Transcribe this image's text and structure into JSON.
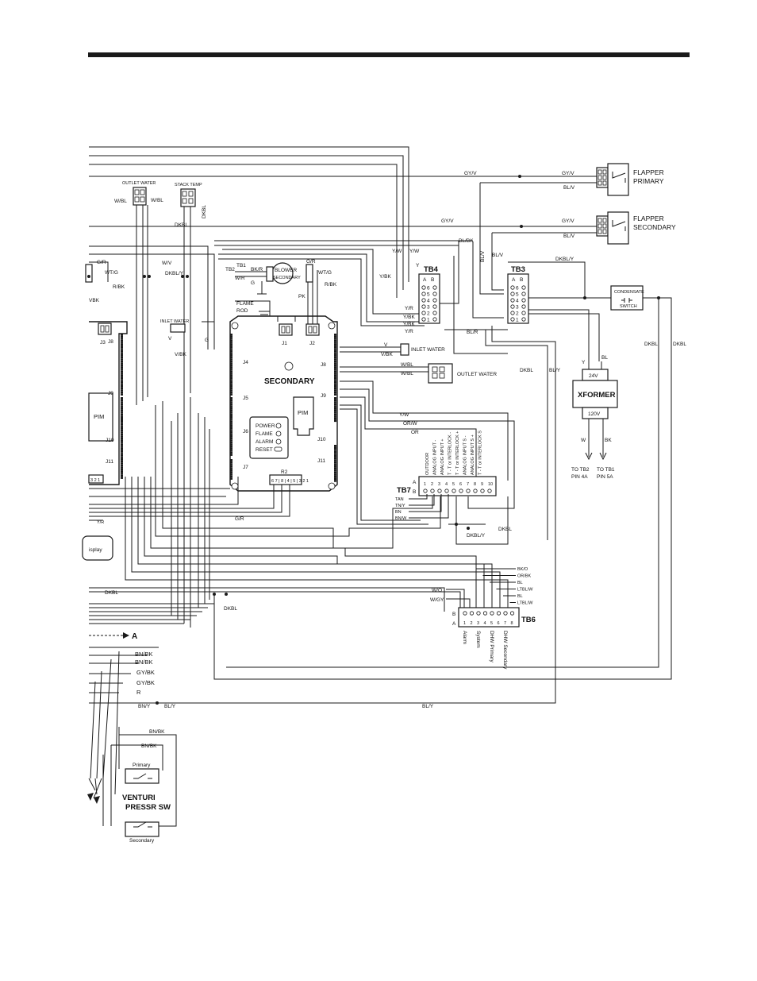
{
  "colors": {
    "ink": "#1a1a1a",
    "paper": "#ffffff"
  },
  "components": {
    "flapper_primary": [
      "FLAPPER",
      "PRIMARY"
    ],
    "flapper_secondary": [
      "FLAPPER",
      "SECONDARY"
    ],
    "tb4": "TB4",
    "tb3": "TB3",
    "tb7": "TB7",
    "tb6": "TB6",
    "xformer": "XFORMER",
    "xformer_24v": "24V",
    "xformer_120v": "120V",
    "condensate": "CONDENSATE",
    "switch": "SWITCH",
    "outlet_water": "OUTLET WATER",
    "stack_temp": "STACK TEMP",
    "inlet_water": "INLET WATER",
    "blower": [
      "BLOWER",
      "SECONDARY"
    ],
    "flame_rod": [
      "FLAME",
      "ROD"
    ],
    "secondary": "SECONDARY",
    "pim": "PIM",
    "venturi": [
      "VENTURI",
      "PRESSR SW"
    ],
    "primary_sw": "Primary",
    "secondary_sw": "Secondary",
    "display": "isplay",
    "to_tb2": [
      "TO TB2",
      "PIN 4A"
    ],
    "to_tb1": [
      "TO TB1",
      "PIN 5A"
    ],
    "marker_a": "A",
    "tb1": "TB1",
    "tb2": "TB2"
  },
  "connectors": [
    "J1",
    "J2",
    "J3",
    "J4",
    "J5",
    "J6",
    "J7",
    "J8",
    "J9",
    "J10",
    "J11",
    "R2"
  ],
  "leds": [
    "POWER",
    "FLAME",
    "ALARM",
    "RESET"
  ],
  "terminal_row_labels": [
    "A",
    "B"
  ],
  "tb4_pins": [
    "6",
    "5",
    "4",
    "3",
    "2",
    "1"
  ],
  "tb3_pins": [
    "6",
    "5",
    "4",
    "3",
    "2",
    "1"
  ],
  "tb7_pins": [
    "1",
    "2",
    "3",
    "4",
    "5",
    "6",
    "7",
    "8",
    "9",
    "10"
  ],
  "tb6_pins": [
    "1",
    "2",
    "3",
    "4",
    "5",
    "6",
    "7",
    "8"
  ],
  "tb7_functions": [
    "OUTDOOR",
    "ANALOG INPUT -",
    "ANALOG INPUT +",
    "T - T or INTERLOCK -",
    "T - T or INTERLOCK +",
    "ANALOG INPUT S -",
    "ANALOG INPUT S +",
    "T - T or INTERLOCK S"
  ],
  "tb6_functions": [
    "Alarm",
    "System",
    "DHW Primary",
    "DHW Secondary"
  ],
  "tb7_wires": [
    "TAN",
    "TN/Y",
    "BN",
    "BN/W"
  ],
  "tb6_wires": [
    "BK/O",
    "OR/BK",
    "BL",
    "LTBL/W",
    "BL",
    "LTBL/W"
  ],
  "tb6_left_wires": [
    "W/O",
    "W/GY"
  ],
  "wire_labels": {
    "gyv_1": "GY/V",
    "gyv_2": "GY/V",
    "gyv_3": "GY/V",
    "gyv_4": "GY/V",
    "blv_1": "BL/V",
    "blv_2": "BL/V",
    "blbk": "BL/BK",
    "blv_vert": "BL/V",
    "blv_vert2": "BL/V",
    "dkbly_1": "DKBL/Y",
    "dkbly_2": "DKBL/Y",
    "dkbly_3": "DKBL/Y",
    "yw_1": "Y/W",
    "yw_2": "Y/W",
    "ybk_1": "Y/BK",
    "ybk_2": "Y/BK",
    "yr_1": "Y/R",
    "yr_2": "Y/R",
    "y_1": "Y",
    "y_2": "Y",
    "blr": "BL/R",
    "bl_1": "BL",
    "dkbl_1": "DKBL",
    "dkbl_2": "DKBL",
    "dkbl_3": "DKBL",
    "dkbl_4": "DKBL",
    "dkbl_5": "DKBL",
    "dkbl_6": "DKBL",
    "dkbl_7": "DKBL",
    "dkbl_8": "DKBL",
    "bly_1": "BL/Y",
    "bly_2": "BL/Y",
    "bly_3": "BL/Y",
    "wv_1": "W/V",
    "wv_2": "W/V",
    "wbl_1": "W/BL",
    "wbl_2": "W/BL",
    "wbl_3": "W/BL",
    "v_1": "V",
    "v_2": "V",
    "vbk_1": "V/BK",
    "vbk_2": "V/BK",
    "g_1": "G",
    "g_2": "G",
    "g_3": "G",
    "gr_1": "G/R",
    "gr_2": "G/R",
    "gr_3": "G/R",
    "wtg_1": "WT/G",
    "wtg_2": "WT/G",
    "rbk_1": "R/BK",
    "rbk_2": "R/BK",
    "pk": "PK",
    "bkr": "BK/R",
    "wr": "W/R",
    "vbk_small": "VBK",
    "orw": "OR/W",
    "or": "OR",
    "bnbk_1": "BN/BK",
    "bnbk_2": "BN/BK",
    "bnbk_3": "BN/BK",
    "bnbk_4": "BN/BK",
    "gybk_1": "GY/BK",
    "gybk_2": "GY/BK",
    "r": "R",
    "bny": "BN/Y",
    "w": "W",
    "bk": "BK",
    "yr_small": "Y/R"
  }
}
